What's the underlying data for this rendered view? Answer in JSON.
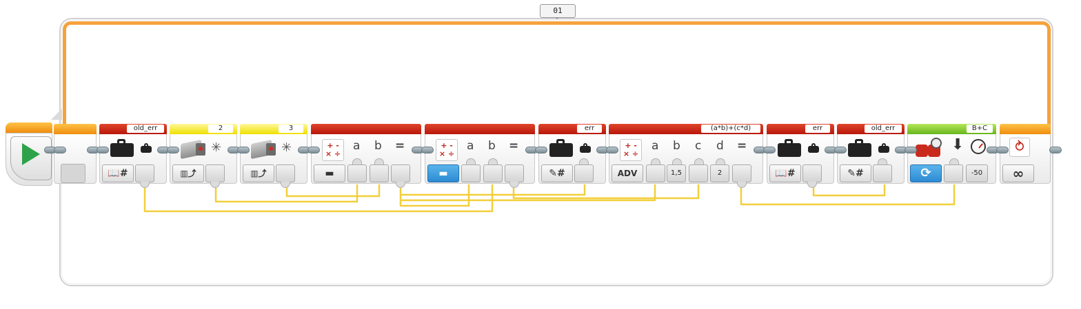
{
  "loop": {
    "label": "01",
    "color": "#f5a23c"
  },
  "start": {
    "icon": "play-icon"
  },
  "blocks": {
    "var_old_err_read": {
      "name": "old_err",
      "mode": "read-numeric"
    },
    "color_sensor_2": {
      "port": "2",
      "mode": "reflected-light-intensity"
    },
    "color_sensor_3": {
      "port": "3",
      "mode": "reflected-light-intensity"
    },
    "math1": {
      "mode": "subtract",
      "a": "a",
      "b": "b",
      "eq": "="
    },
    "math2": {
      "mode": "subtract",
      "a": "a",
      "b": "b",
      "eq": "="
    },
    "var_err_write": {
      "name": "err",
      "mode": "write-numeric"
    },
    "math_adv": {
      "formula": "(a*b)+(c*d)",
      "mode_label": "ADV",
      "a": "a",
      "b": "b",
      "c": "c",
      "d": "d",
      "eq": "=",
      "b_value": "1,5",
      "d_value": "2"
    },
    "var_err_read": {
      "name": "err",
      "mode": "read-numeric"
    },
    "var_old_err_write": {
      "name": "old_err",
      "mode": "write-numeric"
    },
    "steering": {
      "ports": "B+C",
      "power": "-50",
      "mode": "on"
    },
    "loop_end": {
      "mode": "infinity",
      "mode_label": "∞"
    }
  },
  "colors": {
    "data_red": "#c8220f",
    "sensor_yellow": "#f0e000",
    "motor_green": "#66b61c",
    "flow_orange": "#ee8d10",
    "wire_yellow": "#f2cf3a"
  }
}
